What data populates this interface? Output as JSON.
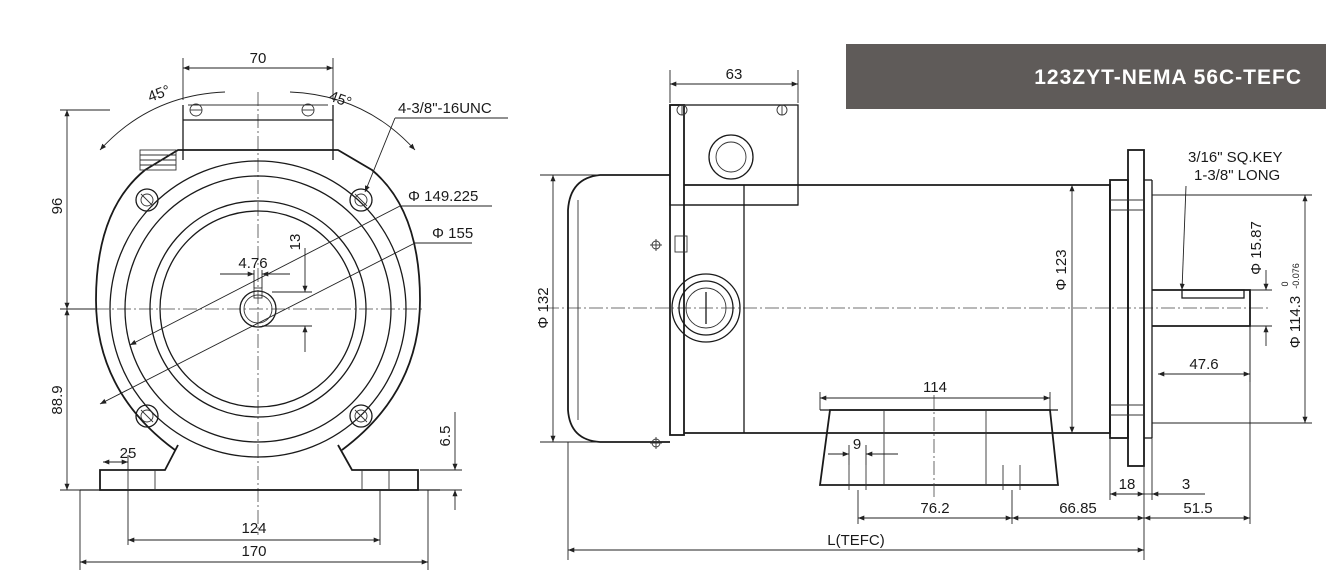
{
  "title": "123ZYT-NEMA 56C-TEFC",
  "colors": {
    "badge": "#5f5b59",
    "line": "#1a1a1a",
    "badge_text": "#ffffff"
  },
  "front_view": {
    "dim_70": "70",
    "angle_left": "45°",
    "angle_right": "45°",
    "bolt_spec": "4-3/8\"-16UNC",
    "dia_bolt_circle": "Φ 149.225",
    "dia_pilot": "Φ 155",
    "dim_96": "96",
    "dim_13": "13",
    "dim_4_76": "4.76",
    "dim_88_9": "88.9",
    "dim_6_5": "6.5",
    "dim_25": "25",
    "dim_124": "124",
    "dim_170": "170"
  },
  "side_view": {
    "dim_63": "63",
    "key_line1": "3/16\" SQ.KEY",
    "key_line2": "1-3/8\" LONG",
    "dia_132": "Φ 132",
    "dia_123": "Φ 123",
    "dia_shaft": "Φ 15.87",
    "dia_flange": "Φ 114.3",
    "tol_upper": "0",
    "tol_lower": "-0.076",
    "dim_47_6": "47.6",
    "dim_114": "114",
    "dim_9": "9",
    "dim_76_2": "76.2",
    "dim_66_85": "66.85",
    "dim_18": "18",
    "dim_3": "3",
    "dim_51_5": "51.5",
    "dim_L": "L(TEFC)"
  }
}
